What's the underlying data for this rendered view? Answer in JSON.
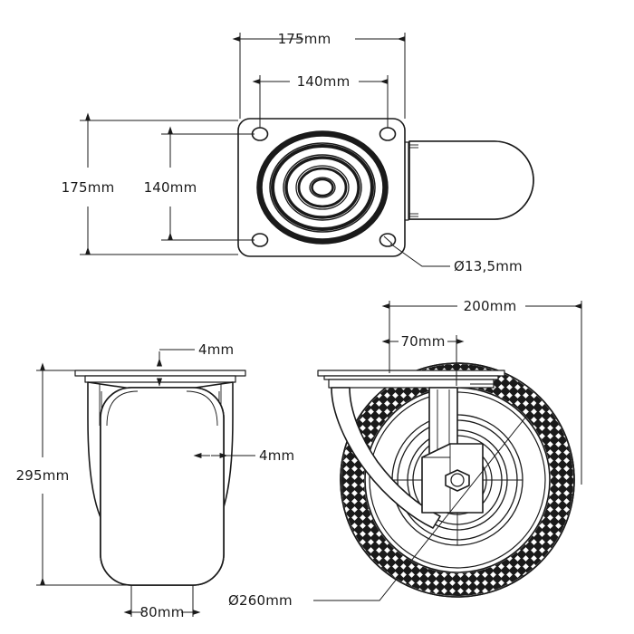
{
  "drawing": {
    "title": "Swivel caster wheel technical drawing",
    "units": "mm",
    "line_color": "#1a1a1a",
    "background": "#ffffff"
  },
  "views": {
    "top": {
      "name": "top-view",
      "dimensions": {
        "plate_width": "175mm",
        "bolt_spacing_horizontal": "140mm",
        "plate_height": "175mm",
        "bolt_spacing_vertical": "140mm",
        "bolt_hole_diameter": "Ø13,5mm"
      }
    },
    "front": {
      "name": "front-view",
      "dimensions": {
        "overall_height": "295mm",
        "wheel_width": "80mm",
        "plate_thickness": "4mm",
        "fork_thickness": "4mm"
      }
    },
    "side": {
      "name": "side-view",
      "dimensions": {
        "overall_length": "200mm",
        "offset": "70mm",
        "wheel_diameter": "Ø260mm"
      }
    }
  },
  "labels": {
    "d175": "175mm",
    "d140": "140mm",
    "v175": "175mm",
    "v140": "140mm",
    "dia135": "Ø13,5mm",
    "d295": "295mm",
    "d80": "80mm",
    "d4a": "4mm",
    "d4b": "4mm",
    "d200": "200mm",
    "d70": "70mm",
    "dia260": "Ø260mm"
  }
}
